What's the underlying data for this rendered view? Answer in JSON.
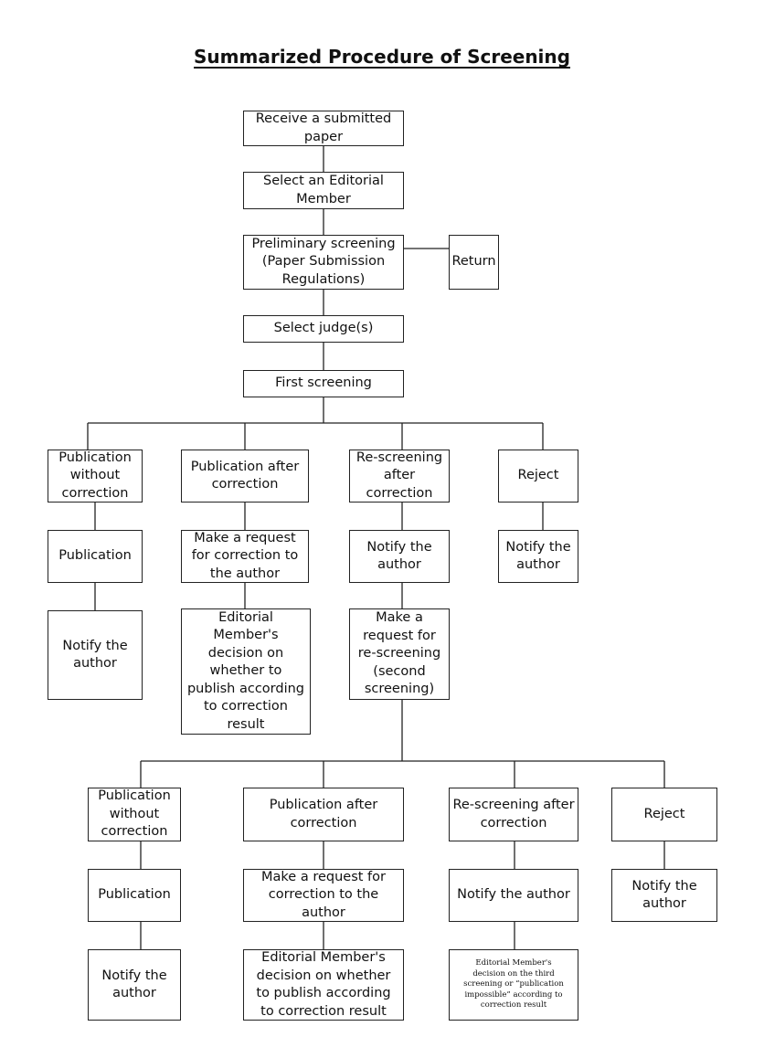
{
  "title": "Summarized Procedure of Screening",
  "nodes": {
    "receive": "Receive a submitted\npaper",
    "select_editorial": "Select an Editorial\nMember",
    "preliminary": "Preliminary screening\n(Paper Submission\nRegulations)",
    "return": "Return",
    "select_judges": "Select judge(s)",
    "first_screening": "First screening",
    "r1_pub_without": "Publication\nwithout\ncorrection",
    "r1_publication": "Publication",
    "r1_notify_pub": "Notify the\nauthor",
    "r1_pub_after": "Publication after\ncorrection",
    "r1_request_correction": "Make a request\nfor correction to\nthe author",
    "r1_editorial_decision": "Editorial\nMember's\ndecision on\nwhether to\npublish according\nto correction\nresult",
    "r1_rescreening": "Re-screening\nafter\ncorrection",
    "r1_notify_rescreen": "Notify the\nauthor",
    "r1_request_rescreen": "Make a\nrequest for\nre-screening\n(second\nscreening)",
    "r1_reject": "Reject",
    "r1_notify_reject": "Notify the\nauthor",
    "r2_pub_without": "Publication\nwithout\ncorrection",
    "r2_publication": "Publication",
    "r2_notify_pub": "Notify the\nauthor",
    "r2_pub_after": "Publication after\ncorrection",
    "r2_request_correction": "Make a request for\ncorrection to the\nauthor",
    "r2_editorial_decision": "Editorial Member's\ndecision on whether\nto publish according\nto correction result",
    "r2_rescreening": "Re-screening after\ncorrection",
    "r2_notify_rescreen": "Notify the author",
    "r2_third_decision": "Editorial Member's\ndecision on the third\nscreening or “publication\nimpossible” according to\ncorrection result",
    "r2_reject": "Reject",
    "r2_notify_reject": "Notify the\nauthor"
  }
}
